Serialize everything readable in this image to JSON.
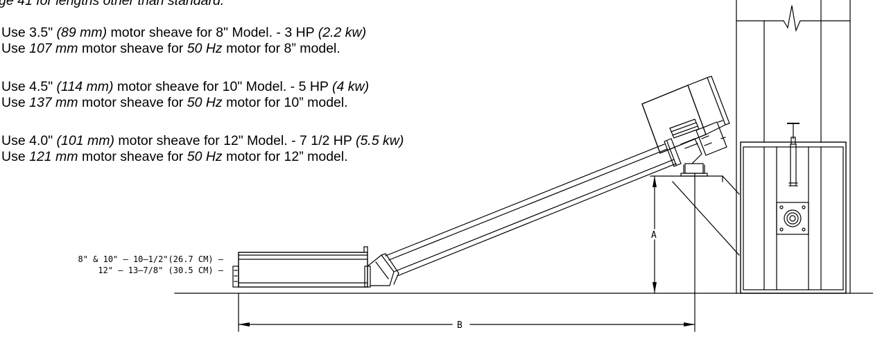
{
  "notes": {
    "cut_line": "ge 41 for lengths other than standard.",
    "groups": [
      {
        "line1": {
          "a": "Use 3.5\" ",
          "b": "(89 mm)",
          "c": " motor sheave for 8\" Model. - 3 HP ",
          "d": "(2.2 kw)"
        },
        "line2": {
          "a": "Use ",
          "b": "107 mm",
          "c": " motor sheave for ",
          "d": "50 Hz",
          "e": " motor for 8” model."
        }
      },
      {
        "line1": {
          "a": "Use 4.5\" ",
          "b": "(114 mm)",
          "c": " motor sheave for 10\" Model. - 5 HP ",
          "d": "(4 kw)"
        },
        "line2": {
          "a": "Use ",
          "b": "137 mm",
          "c": " motor sheave for ",
          "d": "50 Hz",
          "e": " motor for 10” model."
        }
      },
      {
        "line1": {
          "a": "Use 4.0\" ",
          "b": "(101 mm)",
          "c": " motor sheave for 12\" Model. - 7 1/2 HP ",
          "d": "(5.5 kw)"
        },
        "line2": {
          "a": "Use ",
          "b": "121 mm",
          "c": " motor sheave for ",
          "d": "50 Hz",
          "e": " motor for 12” model."
        }
      }
    ]
  },
  "dimensions": {
    "hopper_8_10": "8\" & 10\" — 10–1/2\"(26.7 CM) —",
    "hopper_12": "12\" — 13–7/8\" (30.5 CM) —",
    "height_label": "A",
    "length_label": "B"
  },
  "colors": {
    "ink": "#000000",
    "background": "#ffffff"
  }
}
